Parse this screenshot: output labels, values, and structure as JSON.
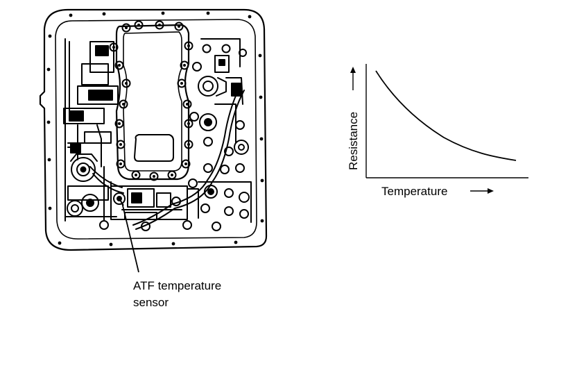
{
  "callout": {
    "line1": "ATF temperature",
    "line2": "sensor"
  },
  "graph": {
    "y_axis_label": "Resistance",
    "x_axis_label": "Temperature"
  },
  "colors": {
    "ink": "#000000",
    "paper": "#ffffff"
  }
}
